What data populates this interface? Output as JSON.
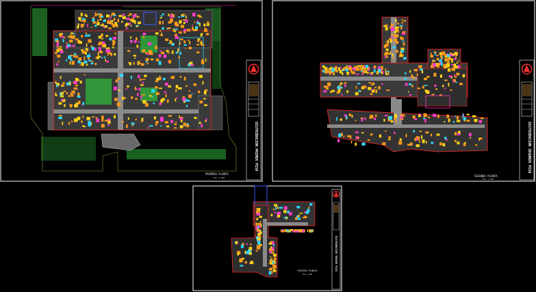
{
  "sheets": [
    {
      "id": "sheet-1",
      "caption": "PRIMERA PLANTA",
      "sub_caption": "ESC 1:200",
      "title_block_text": "DISTRIBUCION PRIMER PISO"
    },
    {
      "id": "sheet-2",
      "caption": "SEGUNDA PLANTA",
      "sub_caption": "ESC 1:200",
      "title_block_text": "DISTRIBUCION SEGUNDO PISO"
    },
    {
      "id": "sheet-3",
      "caption": "TERCERA PLANTA",
      "sub_caption": "ESC 1:200",
      "title_block_text": "DISTRIBUCION TERCER PISO"
    }
  ],
  "colors": {
    "background": "#000000",
    "sheet_border": "#ffffff",
    "wall_red": "#ff2020",
    "room_orange": "#ff9a1a",
    "room_yellow": "#ffd21a",
    "room_magenta": "#ff3cc8",
    "circulation_grey": "#7a7a7a",
    "landscape_green": "#2fae3a",
    "wall_cyan": "#2fd7ff",
    "wall_blue": "#3a5cff",
    "text_white": "#ffffff"
  },
  "icons": [
    "logo-seal-icon"
  ]
}
